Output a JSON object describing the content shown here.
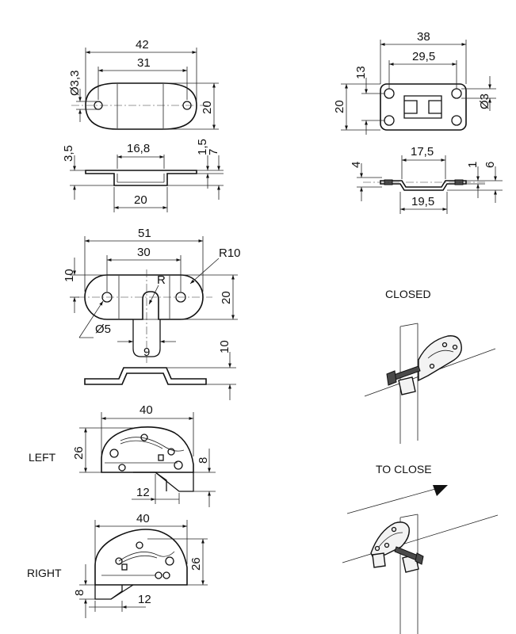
{
  "views": {
    "base_top": {
      "width_total": "42",
      "hole_spacing": "31",
      "hole_dia": "Ø3,3",
      "height": "20"
    },
    "base_side": {
      "left_height": "3,5",
      "slot_width": "16,8",
      "step_a": "1,5",
      "step_b": "7",
      "bottom_width": "20"
    },
    "plate_top": {
      "width_total": "38",
      "inner_width": "29,5",
      "top_offset": "13",
      "height": "20",
      "hole_dia": "Ø3"
    },
    "plate_side": {
      "left_height": "4",
      "top_width": "17,5",
      "step_a": "1",
      "step_b": "6",
      "bottom_width": "19,5"
    },
    "link_top": {
      "width_total": "51",
      "hole_spacing": "30",
      "radius_end": "R10",
      "left_height": "10",
      "height": "20",
      "radius": "R",
      "hole_dia": "Ø5",
      "slot_width": "9"
    },
    "link_side": {
      "height": "10"
    },
    "left_view": {
      "caption": "LEFT",
      "width": "40",
      "height": "26",
      "offset": "8",
      "tab": "12"
    },
    "right_view": {
      "caption": "RIGHT",
      "width": "40",
      "height": "26",
      "offset": "8",
      "tab": "12"
    },
    "closed_view": {
      "caption": "CLOSED"
    },
    "to_close_view": {
      "caption": "TO CLOSE"
    }
  }
}
